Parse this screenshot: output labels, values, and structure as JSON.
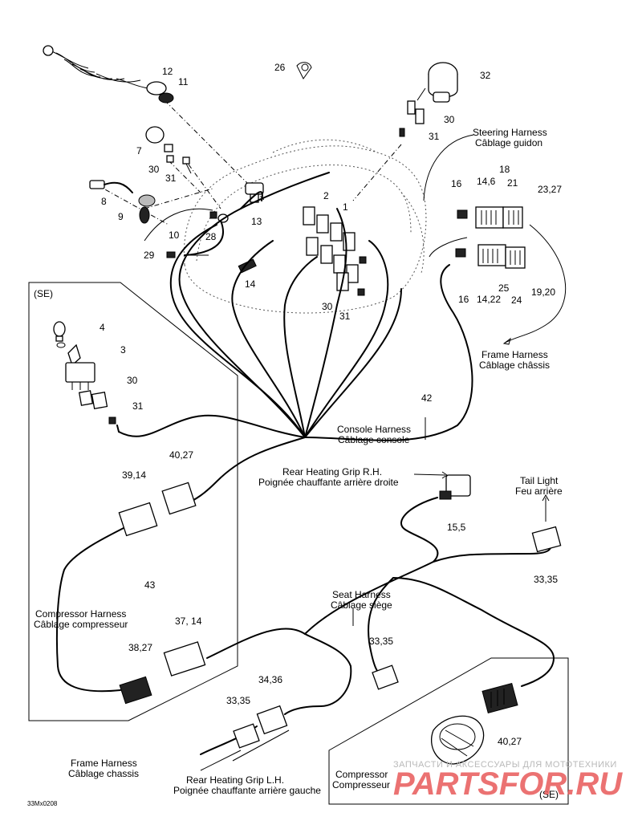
{
  "figure_code": "33Mx0208",
  "section_labels": {
    "se_left": "(SE)",
    "se_right": "(SE)"
  },
  "callouts": {
    "c12": "12",
    "c11": "11",
    "c26": "26",
    "c32": "32",
    "c30a": "30",
    "c31a": "31",
    "c7": "7",
    "c30b": "30",
    "c31b": "31",
    "c8": "8",
    "c9": "9",
    "c10": "10",
    "c28": "28",
    "c29": "29",
    "c13": "13",
    "c14a": "14",
    "c2": "2",
    "c1": "1",
    "c30c": "30",
    "c31c": "31",
    "c16a": "16",
    "c14_6": "14,6",
    "c18": "18",
    "c21": "21",
    "c23_27": "23,27",
    "c16b": "16",
    "c14_22": "14,22",
    "c25": "25",
    "c24": "24",
    "c19_20": "19,20",
    "c4": "4",
    "c3": "3",
    "c30d": "30",
    "c31d": "31",
    "c42": "42",
    "c39_14": "39,14",
    "c40_27a": "40,27",
    "c15_5": "15,5",
    "c33_35a": "33,35",
    "c43": "43",
    "c37_14": "37, 14",
    "c38_27": "38,27",
    "c33_35b": "33,35",
    "c34_36": "34,36",
    "c33_35c": "33,35",
    "c40_27b": "40,27"
  },
  "captions": {
    "steering_en": "Steering Harness",
    "steering_fr": "Câblage guidon",
    "frame_en": "Frame Harness",
    "frame_fr": "Câblage châssis",
    "console_en": "Console Harness",
    "console_fr": "Câblage console",
    "rear_rh_en": "Rear Heating Grip R.H.",
    "rear_rh_fr": "Poignée chauffante arrière droite",
    "tail_en": "Tail Light",
    "tail_fr": "Feu arrière",
    "compressor_h_en": "Compressor Harness",
    "compressor_h_fr": "Câblage compresseur",
    "seat_en": "Seat Harness",
    "seat_fr": "Câblage siège",
    "frame2_en": "Frame Harness",
    "frame2_fr": "Câblage chassis",
    "rear_lh_en": "Rear Heating Grip L.H.",
    "rear_lh_fr": "Poignée chauffante arrière gauche",
    "compressor_en": "Compressor",
    "compressor_fr": "Compresseur"
  },
  "watermark": {
    "tagline": "ЗАПЧАСТИ И АКСЕССУАРЫ ДЛЯ МОТОТЕХНИКИ",
    "brand": "PARTSFOR.RU"
  }
}
